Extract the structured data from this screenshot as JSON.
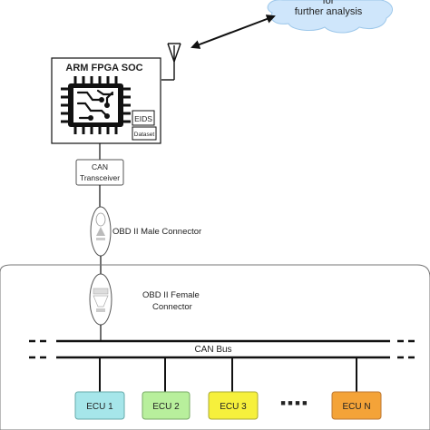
{
  "cloud": {
    "line1": "for",
    "line2": "further analysis",
    "color": "#cfe6fb"
  },
  "soc": {
    "title": "ARM FPGA SOC",
    "eids_label": "EIDS",
    "dataset_label": "Dataset"
  },
  "transceiver": {
    "line1": "CAN",
    "line2": "Transceiver"
  },
  "male_connector": {
    "label": "OBD II Male Connector"
  },
  "female_connector": {
    "line1": "OBD II Female",
    "line2": "Connector"
  },
  "bus": {
    "label": "CAN Bus"
  },
  "ecus": [
    {
      "label": "ECU 1",
      "color": "#a6e6ea"
    },
    {
      "label": "ECU 2",
      "color": "#b8ef9c"
    },
    {
      "label": "ECU 3",
      "color": "#f6f03c"
    },
    {
      "label": "ECU N",
      "color": "#f4a338"
    }
  ],
  "ellipsis": "■  ■  ■  ■"
}
